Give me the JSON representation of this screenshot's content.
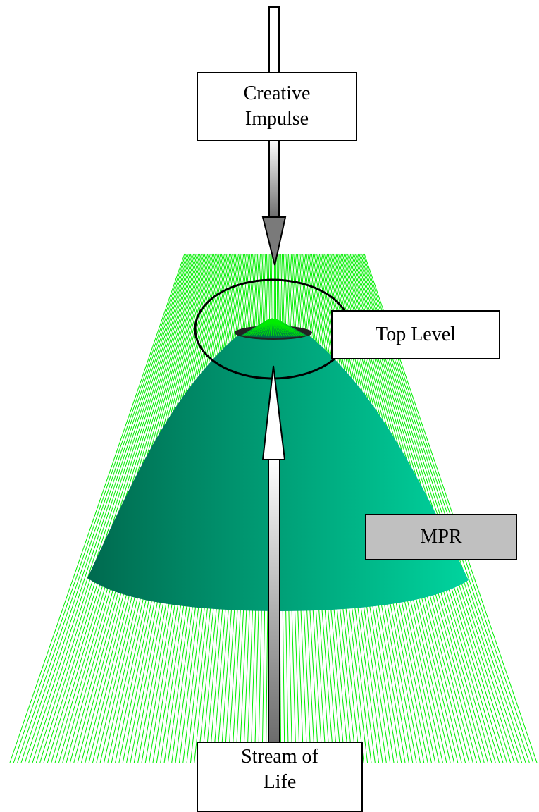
{
  "labels": {
    "creative_impulse": "Creative\nImpulse",
    "top_level": "Top Level",
    "mpr": "MPR",
    "stream_of_life": "Stream of\nLife"
  },
  "colors": {
    "fan_lines": "#00ee00",
    "cone_dark": "#006a4f",
    "cone_light": "#00d49e",
    "mpr_box": "#c0c0c0",
    "arrow_dark": "#6b6b6b",
    "arrow_light": "#ffffff",
    "outline": "#000000"
  }
}
